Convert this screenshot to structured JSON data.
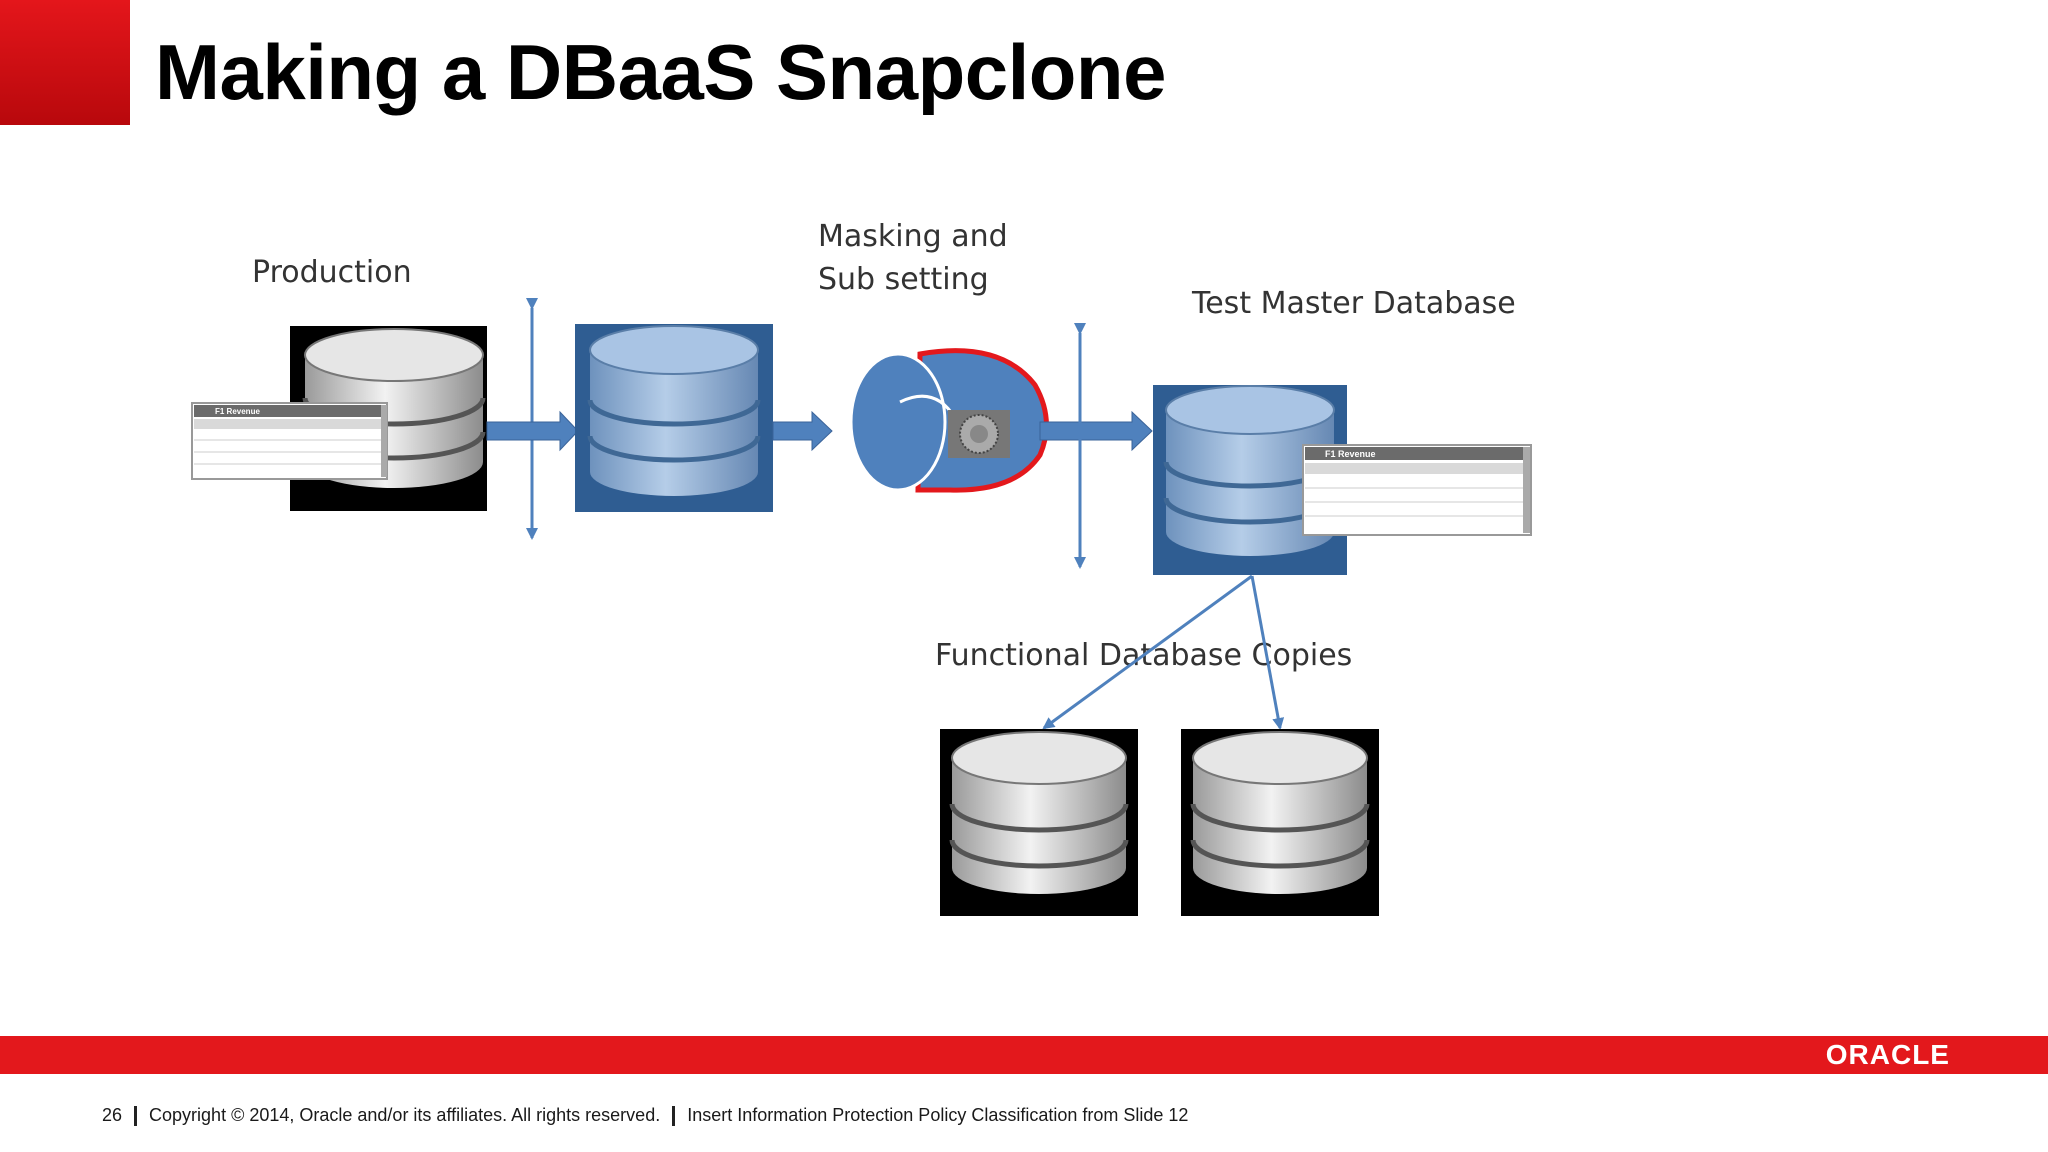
{
  "slide": {
    "title": "Making a DBaaS Snapclone",
    "number": "26",
    "copyright": "Copyright © 2014, Oracle and/or its affiliates. All rights reserved.",
    "classification": "Insert Information Protection Policy Classification from Slide 12",
    "logo": "ORACLE",
    "brand_color": "#e3181c"
  },
  "diagram": {
    "labels": {
      "production": "Production",
      "masking_line1": "Masking and",
      "masking_line2": "Sub setting",
      "test_master": "Test Master Database",
      "functional_copies": "Functional Database Copies"
    },
    "thumbnail_title": "F1 Revenue",
    "colors": {
      "arrow": "#4f81bd",
      "disk_blue": "#8eaed4",
      "mask_outline": "#e3181c"
    }
  }
}
